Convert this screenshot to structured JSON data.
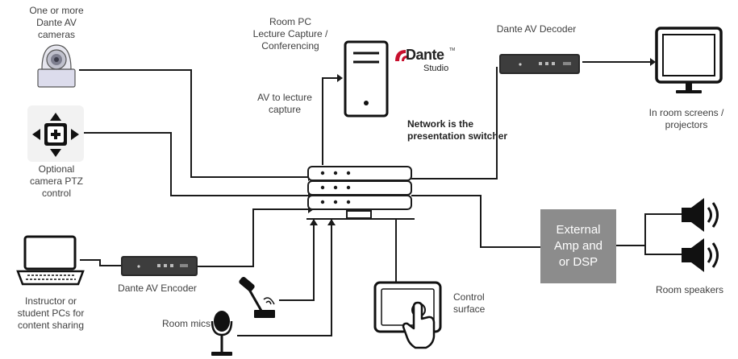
{
  "labels": {
    "cameras": [
      "One or more",
      "Dante AV",
      "cameras"
    ],
    "ptz": [
      "Optional",
      "camera  PTZ",
      "control"
    ],
    "pcs": [
      "Instructor or",
      "student PCs for",
      "content sharing"
    ],
    "encoder": "Dante AV Encoder",
    "room_mics": "Room mics",
    "room_pc": [
      "Room PC",
      "Lecture Capture /",
      "Conferencing"
    ],
    "av_capture": [
      "AV to lecture",
      "capture"
    ],
    "network": [
      "Network is the",
      "presentation switcher"
    ],
    "decoder": "Dante AV Decoder",
    "screens": [
      "In room screens /",
      "projectors"
    ],
    "amp": [
      "External",
      "Amp and",
      "or DSP"
    ],
    "speakers": "Room speakers",
    "control": [
      "Control",
      "surface"
    ]
  },
  "logo": {
    "word": "Dante",
    "tm": "TM",
    "sub": "Studio"
  },
  "colors": {
    "line": "#1a1a1a",
    "amp_fill": "#8c8c8c",
    "camera_fill": "#dcdcec"
  }
}
